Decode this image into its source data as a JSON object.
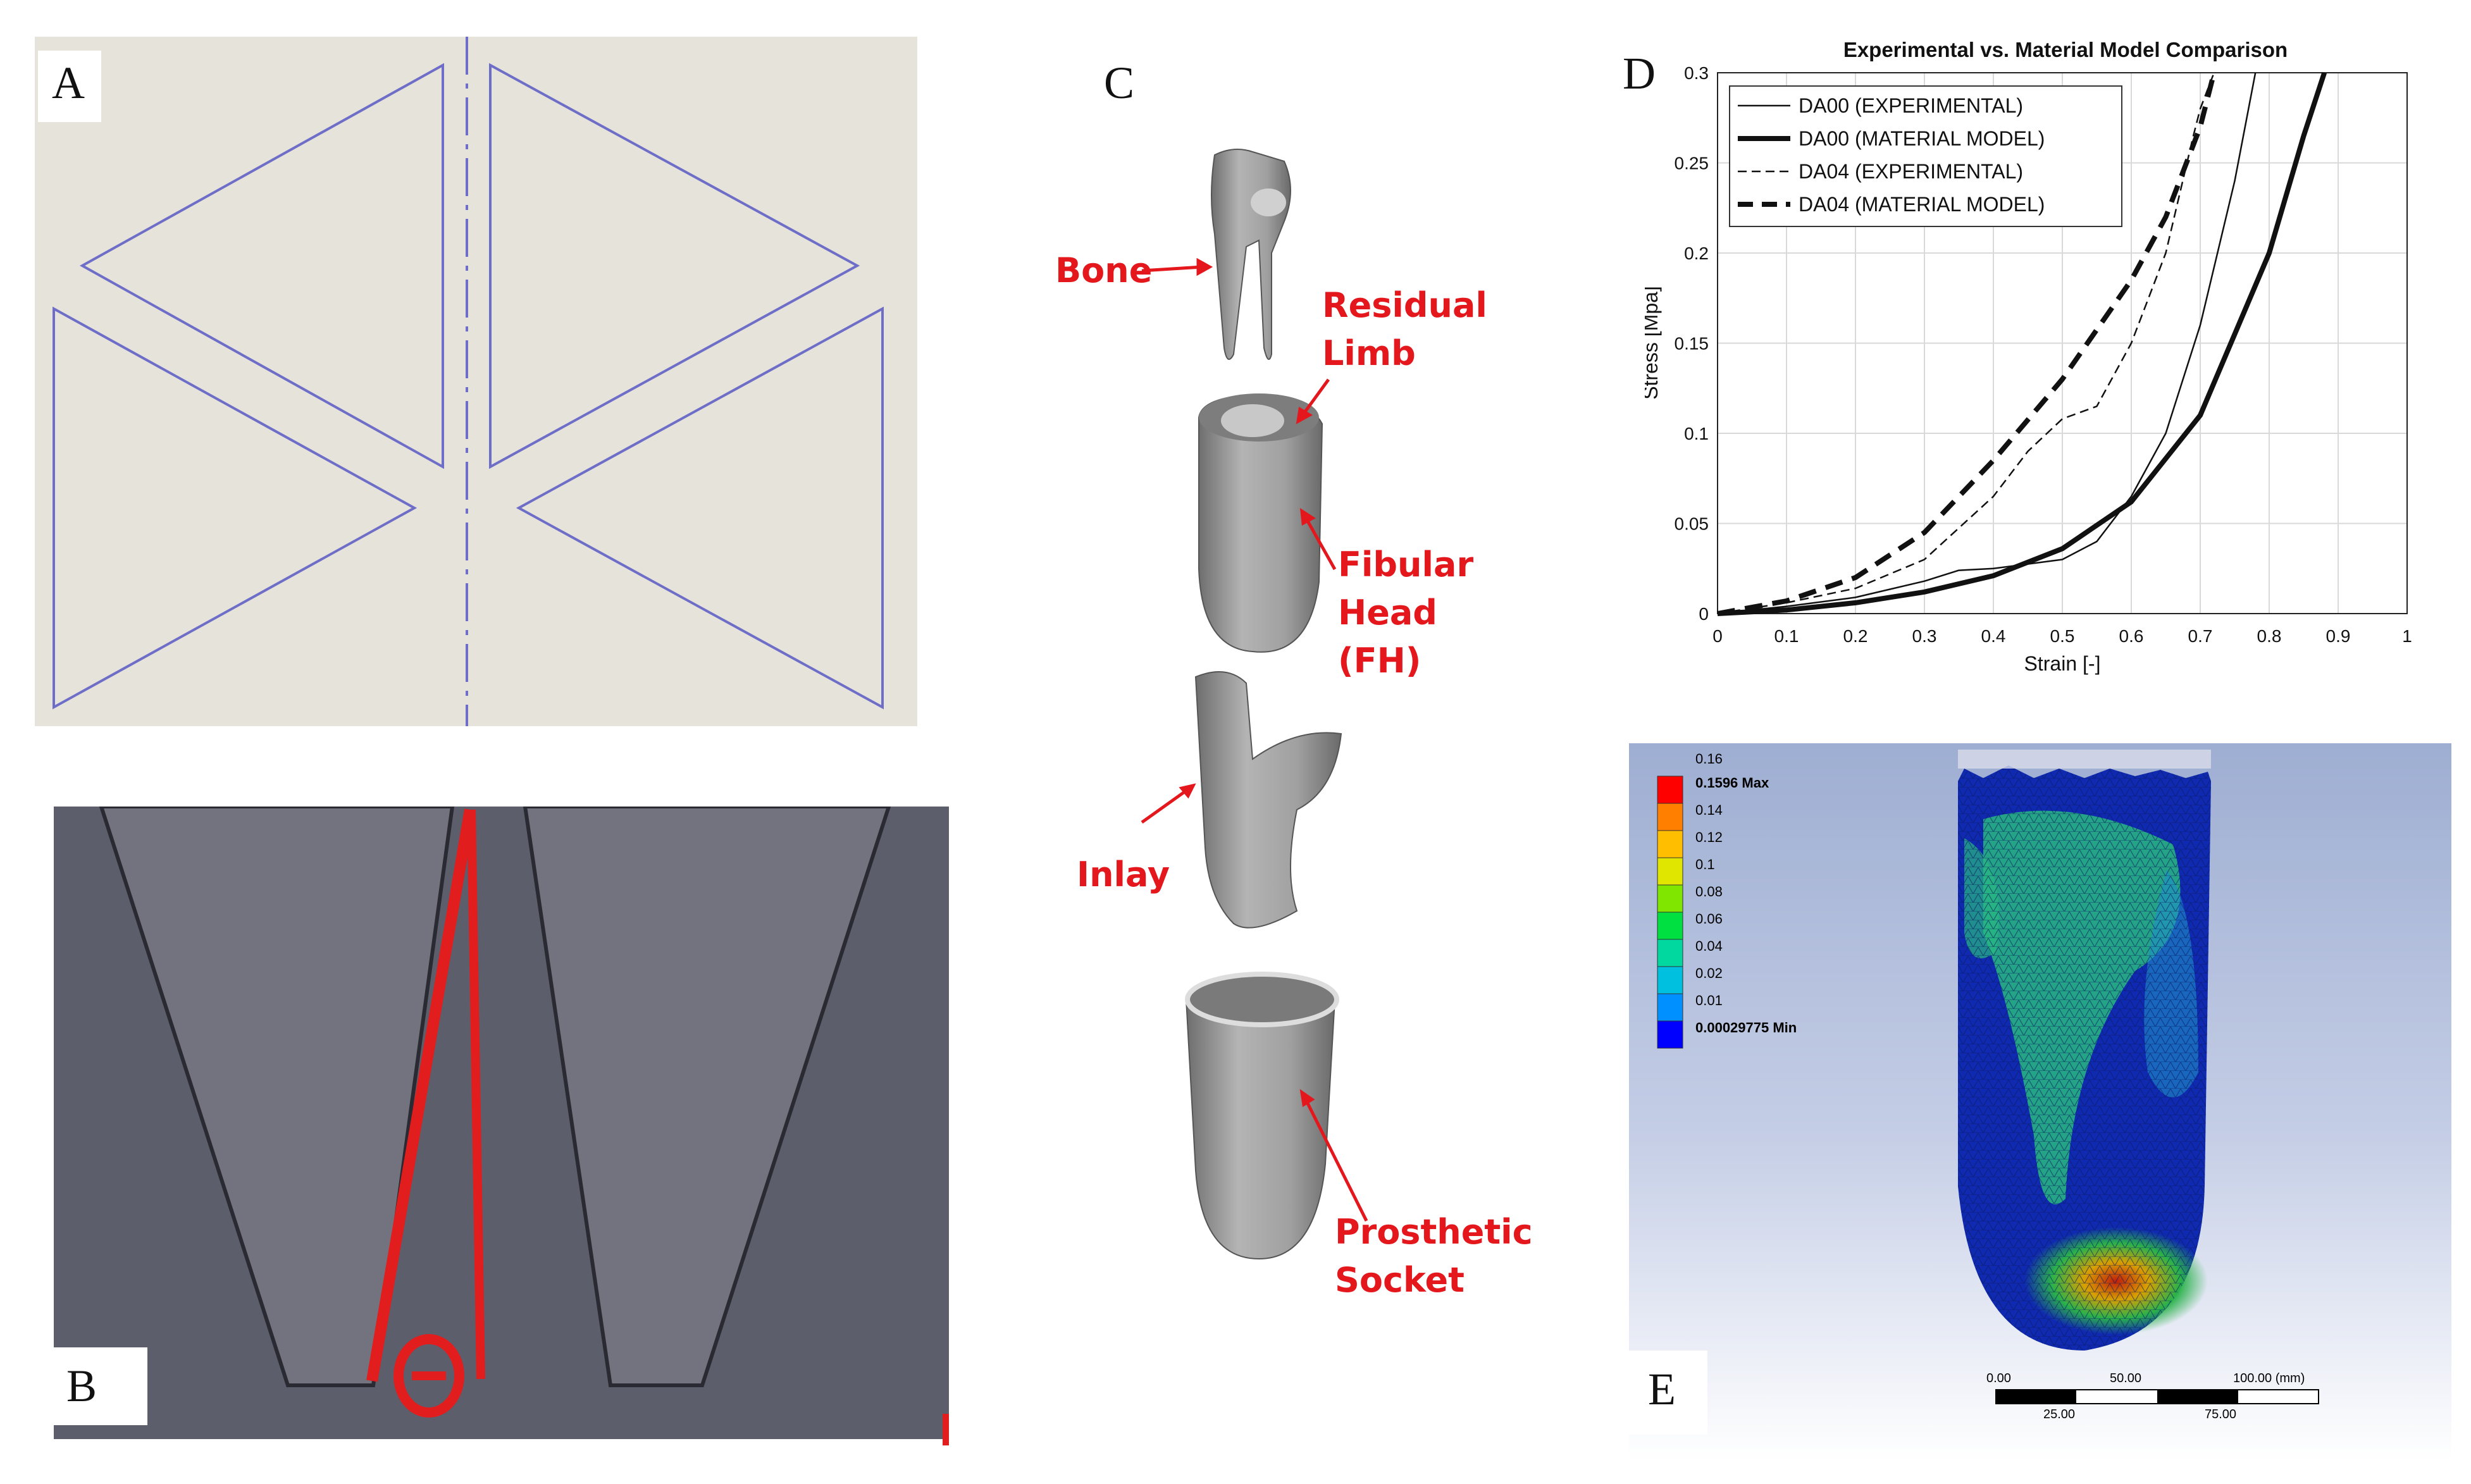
{
  "panels": {
    "a": {
      "label": "A"
    },
    "b": {
      "label": "B"
    },
    "c": {
      "label": "C",
      "bone": "Bone",
      "residual_limb": [
        "Residual",
        "Limb"
      ],
      "fibular_head": [
        "Fibular",
        "Head",
        "(FH)"
      ],
      "inlay": "Inlay",
      "prosthetic_socket": [
        "Prosthetic",
        "Socket"
      ]
    },
    "d": {
      "label": "D"
    },
    "e": {
      "label": "E",
      "colorbar_ticks": [
        "0.16",
        "0.1596 Max",
        "0.14",
        "0.12",
        "0.1",
        "0.08",
        "0.06",
        "0.04",
        "0.02",
        "0.01",
        "0.00029775 Min"
      ],
      "colorbar_colors": [
        "#ff0000",
        "#ff7f00",
        "#ffbf00",
        "#e0e600",
        "#80e600",
        "#00e040",
        "#00d8a0",
        "#00c0e0",
        "#0090ff",
        "#0000ff"
      ],
      "scalebar_top": [
        "0.00",
        "50.00",
        "100.00 (mm)"
      ],
      "scalebar_bottom": [
        "25.00",
        "75.00"
      ]
    }
  },
  "chart_data": {
    "type": "line",
    "title": "Experimental vs. Material Model Comparison",
    "xlabel": "Strain [-]",
    "ylabel": "Stress [Mpa]",
    "xlim": [
      0,
      1
    ],
    "ylim": [
      0,
      0.3
    ],
    "xticks": [
      "0",
      "0.1",
      "0.2",
      "0.3",
      "0.4",
      "0.5",
      "0.6",
      "0.7",
      "0.8",
      "0.9",
      "1"
    ],
    "yticks": [
      "0",
      "0.05",
      "0.1",
      "0.15",
      "0.2",
      "0.25",
      "0.3"
    ],
    "grid": true,
    "legend": "top-left",
    "series": [
      {
        "name": "DA00 (EXPERIMENTAL)",
        "style": "thin-solid",
        "x": [
          0,
          0.1,
          0.2,
          0.3,
          0.35,
          0.4,
          0.5,
          0.55,
          0.6,
          0.65,
          0.7,
          0.75,
          0.78
        ],
        "y": [
          0,
          0.004,
          0.009,
          0.018,
          0.024,
          0.025,
          0.03,
          0.04,
          0.065,
          0.1,
          0.16,
          0.24,
          0.3
        ]
      },
      {
        "name": "DA00 (MATERIAL MODEL)",
        "style": "thick-solid",
        "x": [
          0,
          0.1,
          0.2,
          0.3,
          0.4,
          0.5,
          0.6,
          0.7,
          0.8,
          0.85,
          0.88
        ],
        "y": [
          0,
          0.002,
          0.006,
          0.012,
          0.021,
          0.036,
          0.062,
          0.11,
          0.2,
          0.265,
          0.3
        ]
      },
      {
        "name": "DA04 (EXPERIMENTAL)",
        "style": "thin-dashed",
        "x": [
          0,
          0.1,
          0.2,
          0.3,
          0.4,
          0.45,
          0.5,
          0.55,
          0.6,
          0.65,
          0.69,
          0.7,
          0.72
        ],
        "y": [
          0,
          0.006,
          0.014,
          0.03,
          0.065,
          0.09,
          0.108,
          0.115,
          0.15,
          0.2,
          0.265,
          0.28,
          0.3
        ]
      },
      {
        "name": "DA04 (MATERIAL MODEL)",
        "style": "thick-dashed",
        "x": [
          0,
          0.1,
          0.2,
          0.3,
          0.4,
          0.5,
          0.6,
          0.65,
          0.7,
          0.72
        ],
        "y": [
          0,
          0.007,
          0.02,
          0.045,
          0.085,
          0.13,
          0.185,
          0.22,
          0.27,
          0.3
        ]
      }
    ]
  }
}
